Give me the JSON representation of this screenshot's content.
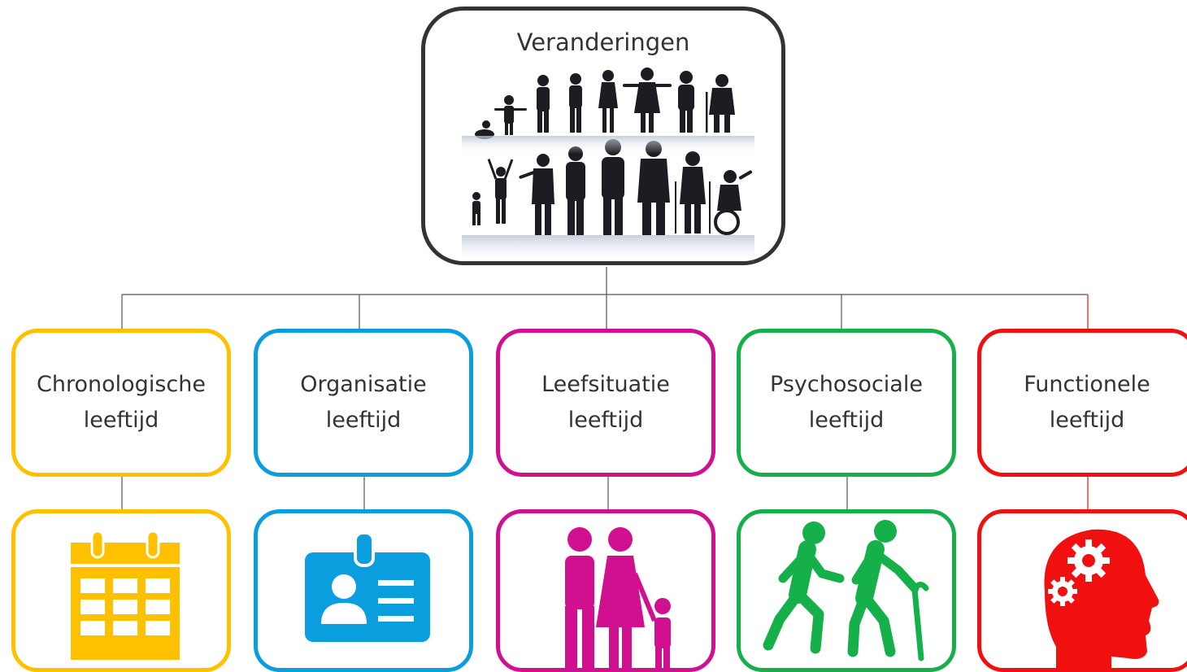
{
  "root": {
    "label": "Veranderingen",
    "image": "people-silhouettes-lifecycle"
  },
  "categories": [
    {
      "line1": "Chronologische",
      "line2": "leeftijd",
      "color": "#FFC000",
      "icon": "calendar-icon"
    },
    {
      "line1": "Organisatie",
      "line2": "leeftijd",
      "color": "#0B9EDF",
      "icon": "id-badge-icon"
    },
    {
      "line1": "Leefsituatie",
      "line2": "leeftijd",
      "color": "#D0108E",
      "icon": "family-icon"
    },
    {
      "line1": "Psychosociale",
      "line2": "leeftijd",
      "color": "#16B04B",
      "icon": "walking-people-icon"
    },
    {
      "line1": "Functionele",
      "line2": "leeftijd",
      "color": "#F01010",
      "icon": "head-gears-icon"
    }
  ]
}
